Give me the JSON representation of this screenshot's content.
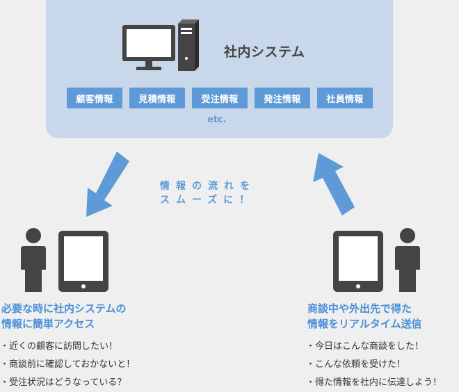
{
  "system": {
    "title": "社内システム",
    "chips": [
      "顧客情報",
      "見積情報",
      "受注情報",
      "発注情報",
      "社員情報"
    ],
    "etc": "etc."
  },
  "flow": {
    "line1": "情報の流れを",
    "line2": "スムーズに！"
  },
  "left": {
    "heading_line1": "必要な時に社内システムの",
    "heading_line2": "情報に簡単アクセス",
    "bullets": [
      "近くの顧客に訪問したい！",
      "商談前に確認しておかないと！",
      "受注状況はどうなっている？"
    ]
  },
  "right": {
    "heading_line1": "商談中や外出先で得た",
    "heading_line2": "情報をリアルタイム送信",
    "bullets": [
      "今日はこんな商談をした！",
      "こんな依頼を受けた！",
      "得た情報を社内に伝達しよう！"
    ]
  },
  "colors": {
    "accent_blue": "#5d9ad7",
    "heading_blue": "#4a8fd8",
    "box_bg": "#c8d8ea",
    "icon_gray": "#444444"
  },
  "icons": [
    "computer-icon",
    "person-icon",
    "tablet-icon",
    "arrow-icon"
  ]
}
